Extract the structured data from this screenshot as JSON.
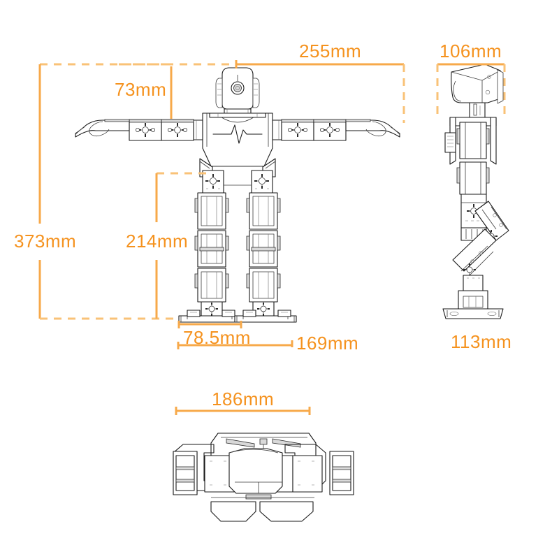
{
  "page": {
    "background_color": "#ffffff",
    "accent_color": "#F5921E",
    "dimension_line_color": "#F7A94A",
    "dimension_dash_color": "#F9C277",
    "drawing_line_color": "#1a1a1a",
    "title": ""
  },
  "views": {
    "front": {
      "name": "front-view",
      "description": "Humanoid robot front elevation with arms extended horizontally"
    },
    "side": {
      "name": "side-view",
      "description": "Humanoid robot side elevation"
    },
    "top": {
      "name": "top-view",
      "description": "Humanoid robot top-down plan view"
    }
  },
  "dimensions": {
    "front_overall_height": {
      "label": "373mm",
      "value": 373,
      "unit": "mm",
      "orientation": "vertical"
    },
    "front_shoulder_to_hand": {
      "label": "73mm",
      "value": 73,
      "unit": "mm",
      "orientation": "horizontal"
    },
    "front_arm_span_half": {
      "label": "255mm",
      "value": 255,
      "unit": "mm",
      "orientation": "horizontal"
    },
    "front_leg_height": {
      "label": "214mm",
      "value": 214,
      "unit": "mm",
      "orientation": "vertical"
    },
    "front_foot_width": {
      "label": "78.5mm",
      "value": 78.5,
      "unit": "mm",
      "orientation": "horizontal"
    },
    "front_stance_width": {
      "label": "169mm",
      "value": 169,
      "unit": "mm",
      "orientation": "horizontal"
    },
    "side_head_depth": {
      "label": "106mm",
      "value": 106,
      "unit": "mm",
      "orientation": "horizontal"
    },
    "side_foot_length": {
      "label": "113mm",
      "value": 113,
      "unit": "mm",
      "orientation": "horizontal"
    },
    "top_overall_width": {
      "label": "186mm",
      "value": 186,
      "unit": "mm",
      "orientation": "horizontal"
    }
  }
}
